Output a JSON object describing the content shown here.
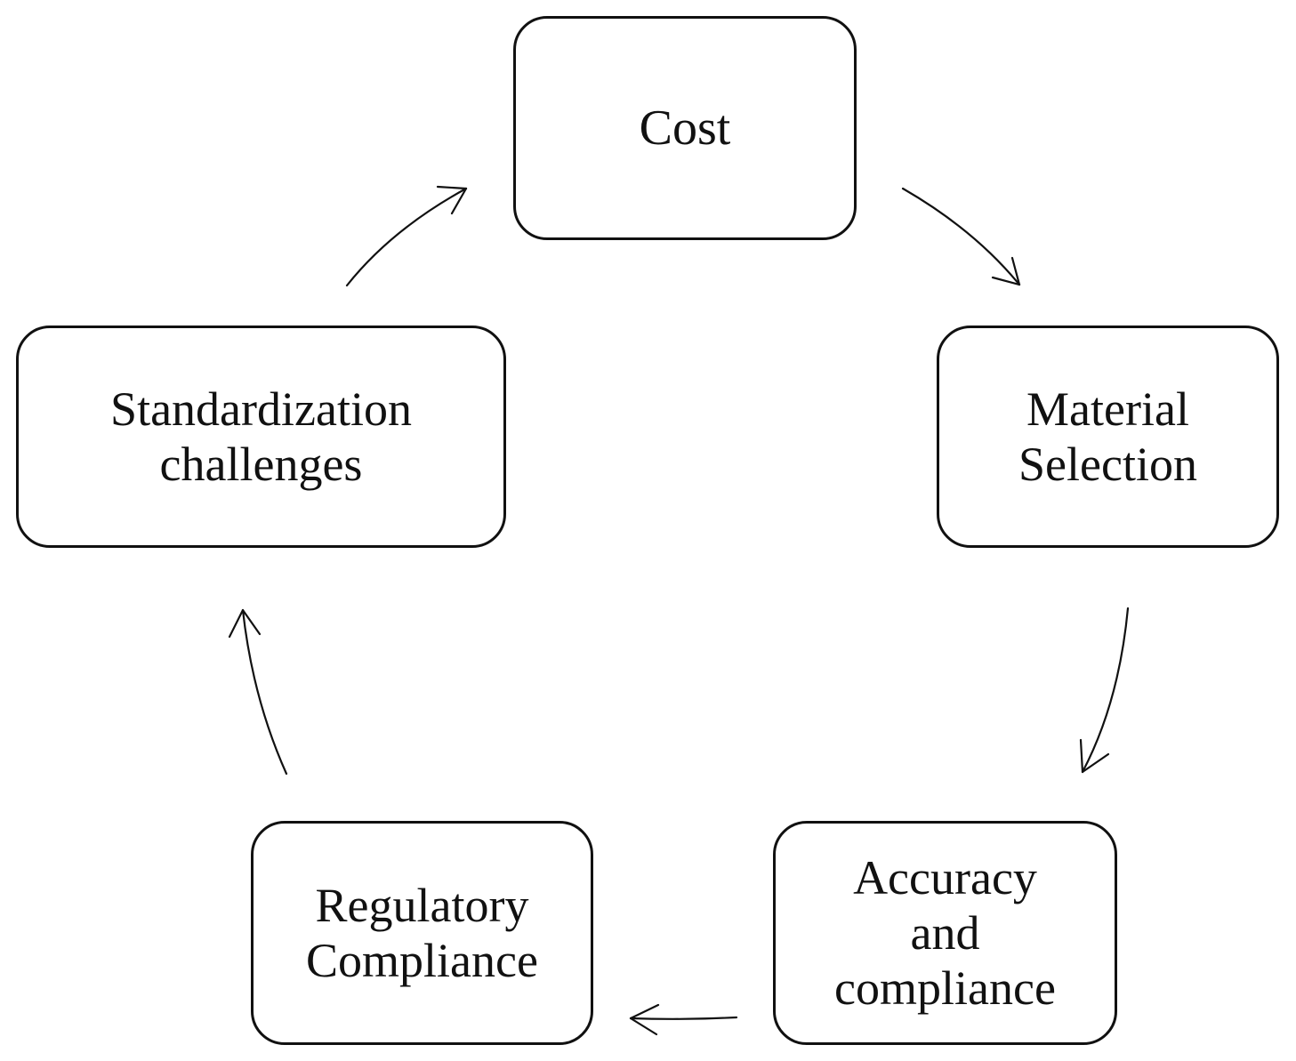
{
  "diagram": {
    "nodes": {
      "cost": {
        "lines": [
          "Cost"
        ]
      },
      "material_selection": {
        "lines": [
          "Material",
          "Selection"
        ]
      },
      "accuracy": {
        "lines": [
          "Accuracy",
          "and",
          "compliance"
        ]
      },
      "regulatory": {
        "lines": [
          "Regulatory",
          "Compliance"
        ]
      },
      "standardization": {
        "lines": [
          "Standardization",
          "challenges"
        ]
      }
    },
    "edges": [
      {
        "from": "Cost",
        "to": "Material Selection"
      },
      {
        "from": "Material Selection",
        "to": "Accuracy and compliance"
      },
      {
        "from": "Accuracy and compliance",
        "to": "Regulatory Compliance"
      },
      {
        "from": "Regulatory Compliance",
        "to": "Standardization challenges"
      },
      {
        "from": "Standardization challenges",
        "to": "Cost"
      }
    ]
  }
}
